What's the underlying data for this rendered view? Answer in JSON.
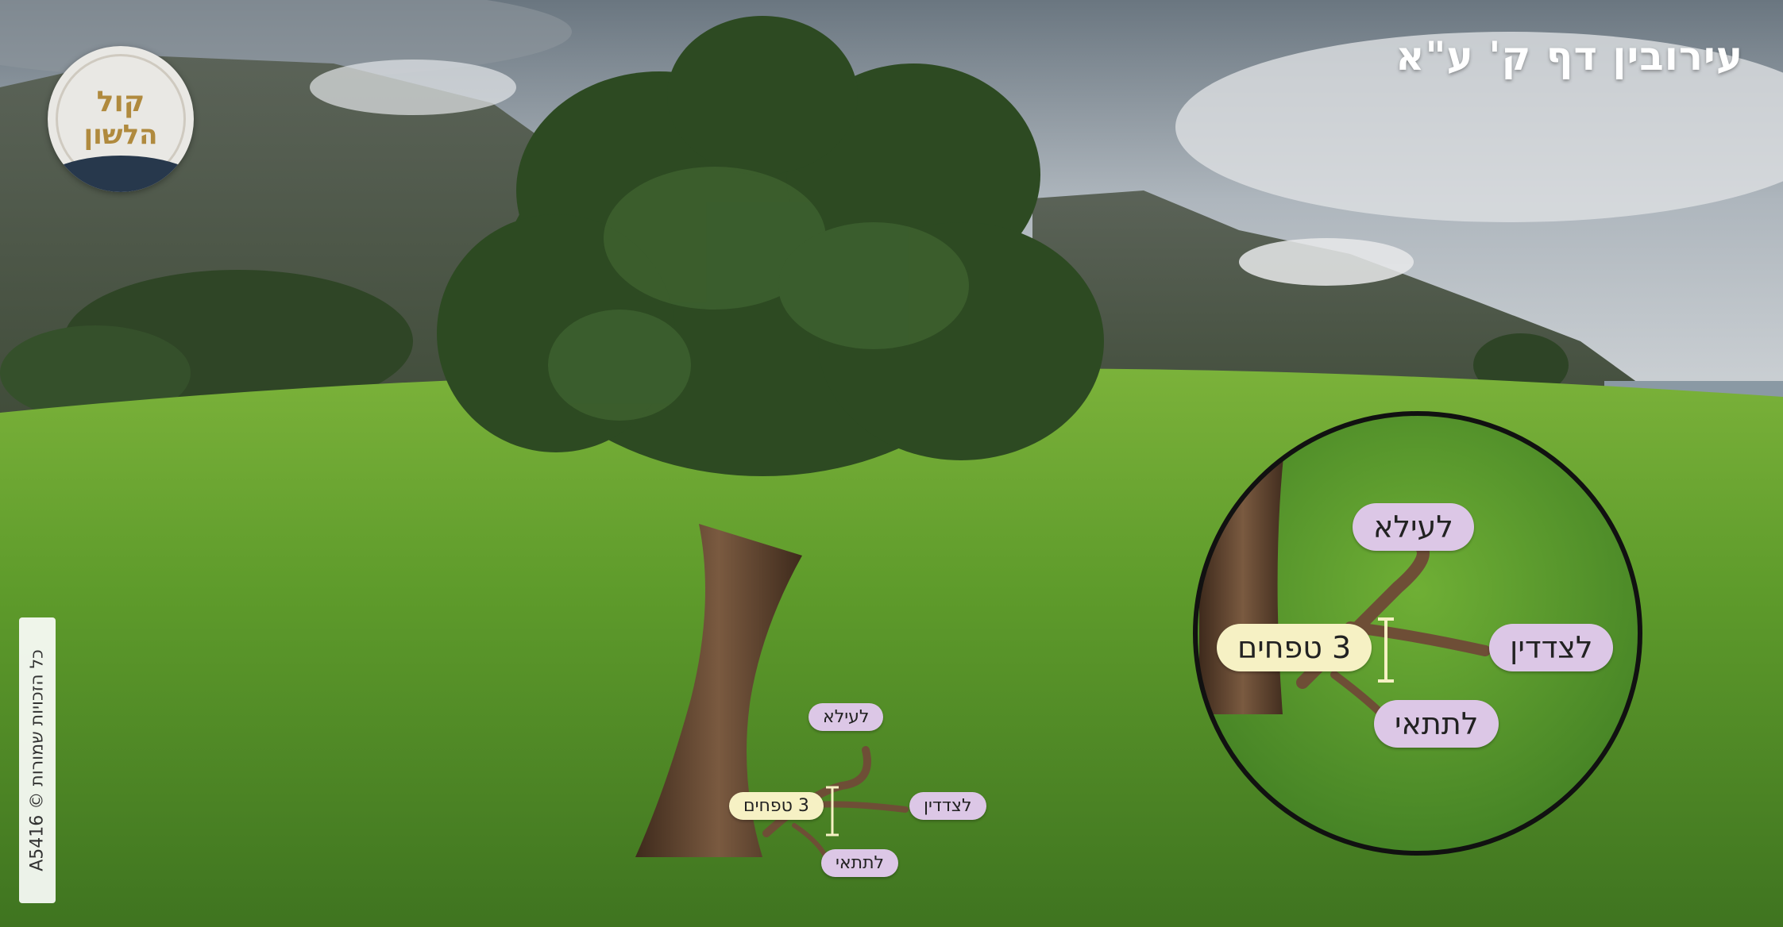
{
  "title": "עירובין דף ק' ע\"א",
  "logo": {
    "line1": "קול",
    "line2": "הלשון"
  },
  "copyright": "כל הזכויות שמורות © A5416",
  "tree_labels": {
    "above": "לעילא",
    "sides": "לצדדין",
    "below": "לתתאי",
    "measure": "3 טפחים"
  },
  "zoom_labels": {
    "above": "לעילא",
    "sides": "לצדדין",
    "below": "לתתאי",
    "measure": "3 טפחים"
  },
  "colors": {
    "sky": "#c9ced3",
    "grass": "#5f9a2e",
    "foliage": "#2e4a24",
    "trunk": "#5a3e2a",
    "label_lilac": "#dcc7e6",
    "label_cream": "#f6f1c4"
  }
}
